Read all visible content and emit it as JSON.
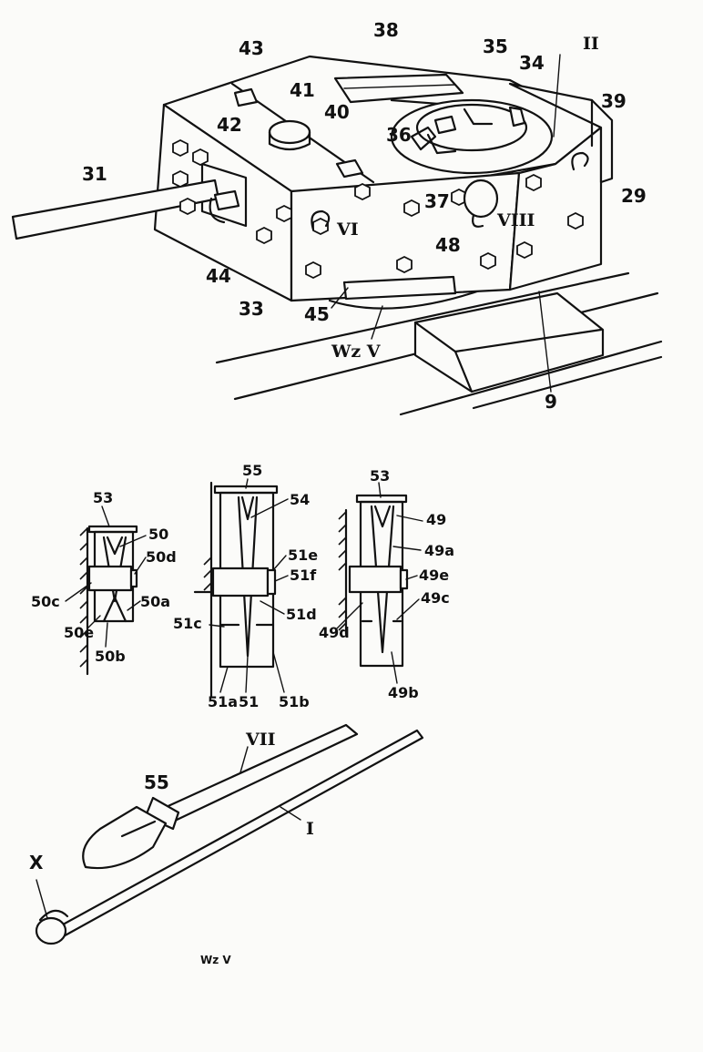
{
  "turret_labels": {
    "l43": "43",
    "l38": "38",
    "l35": "35",
    "l34": "34",
    "lII": "II",
    "l42": "42",
    "l41": "41",
    "l40": "40",
    "l39": "39",
    "l36": "36",
    "l31": "31",
    "l37": "37",
    "l29": "29",
    "lVI": "VI",
    "lVIII": "VIII",
    "l48": "48",
    "l44": "44",
    "l33": "33",
    "l45": "45",
    "wzV": "Wz V",
    "l9": "9"
  },
  "pulley_labels": {
    "l53a": "53",
    "l50": "50",
    "l50d": "50d",
    "l50c": "50c",
    "l50a": "50a",
    "l50e": "50e",
    "l50b": "50b",
    "l55top": "55",
    "l54": "54",
    "l51e": "51e",
    "l51f": "51f",
    "l51d": "51d",
    "l51c": "51c",
    "l51a": "51a",
    "l51": "51",
    "l51b": "51b",
    "l53b": "53",
    "l49": "49",
    "l49a": "49a",
    "l49e": "49e",
    "l49c": "49c",
    "l49d": "49d",
    "l49b": "49b"
  },
  "tools_labels": {
    "lVII": "VII",
    "l55": "55",
    "lI": "I",
    "lX": "X"
  },
  "caption": "Wz V"
}
